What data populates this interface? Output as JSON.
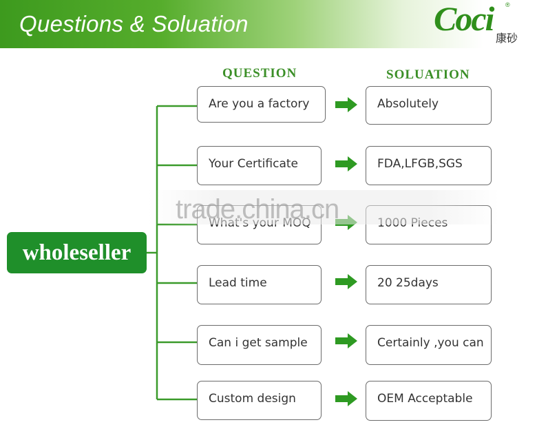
{
  "banner": {
    "title": "Questions & Soluation"
  },
  "logo": {
    "text": "Coci",
    "registered": "®",
    "chinese": "康砂"
  },
  "headers": {
    "question": "QUESTION",
    "solution": "SOLUATION"
  },
  "root": {
    "label": "wholeseller"
  },
  "rows": [
    {
      "question": "Are you a factory",
      "answer": "Absolutely"
    },
    {
      "question": "Your Certificate",
      "answer": "FDA,LFGB,SGS"
    },
    {
      "question": "What's your MOQ",
      "answer": "1000 Pieces"
    },
    {
      "question": "Lead time",
      "answer": "20  25days"
    },
    {
      "question": "Can i get sample",
      "answer": "Certainly ,you can"
    },
    {
      "question": "Custom design",
      "answer": "OEM Acceptable"
    }
  ],
  "watermark": "trade.china.cn",
  "colors": {
    "brand_green": "#1f8f2a",
    "header_green": "#3b8f27",
    "arrow_green": "#2e9a22",
    "connector_green": "#3a9a2a"
  }
}
